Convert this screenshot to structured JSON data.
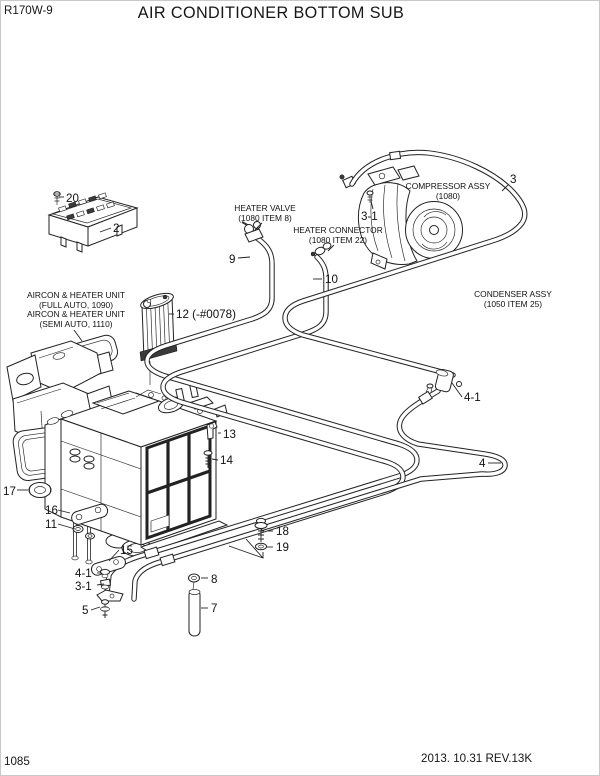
{
  "header": {
    "model": "R170W-9",
    "title": "AIR CONDITIONER BOTTOM SUB"
  },
  "footer": {
    "page_number": "1085",
    "revision": "2013. 10.31  REV.13K"
  },
  "part_labels": {
    "heater_valve": {
      "name": "HEATER VALVE",
      "ref": "(1080 ITEM 8)"
    },
    "heater_connector": {
      "name": "HEATER CONNECTOR",
      "ref": "(1080 ITEM 22)"
    },
    "compressor_assy": {
      "name": "COMPRESSOR ASSY",
      "ref": "(1080)"
    },
    "condenser_assy": {
      "name": "CONDENSER ASSY",
      "ref": "(1050 ITEM 25)"
    },
    "aircon_heater_full": {
      "name": "AIRCON & HEATER UNIT",
      "ref": "(FULL AUTO, 1090)"
    },
    "aircon_heater_semi": {
      "name": "AIRCON & HEATER UNIT",
      "ref": "(SEMI AUTO, 1110)"
    },
    "heater_core": "12 (-#0078)"
  },
  "callouts": {
    "n2": "2",
    "n3": "3",
    "n3_1": "3-1",
    "n4": "4",
    "n4_1": "4-1",
    "n5": "5",
    "n7": "7",
    "n8": "8",
    "n9": "9",
    "n10": "10",
    "n11": "11",
    "n13": "13",
    "n14": "14",
    "n15": "15",
    "n16": "16",
    "n17": "17",
    "n18": "18",
    "n19": "19",
    "n20": "20"
  },
  "colors": {
    "line": "#222222",
    "background": "#ffffff"
  }
}
